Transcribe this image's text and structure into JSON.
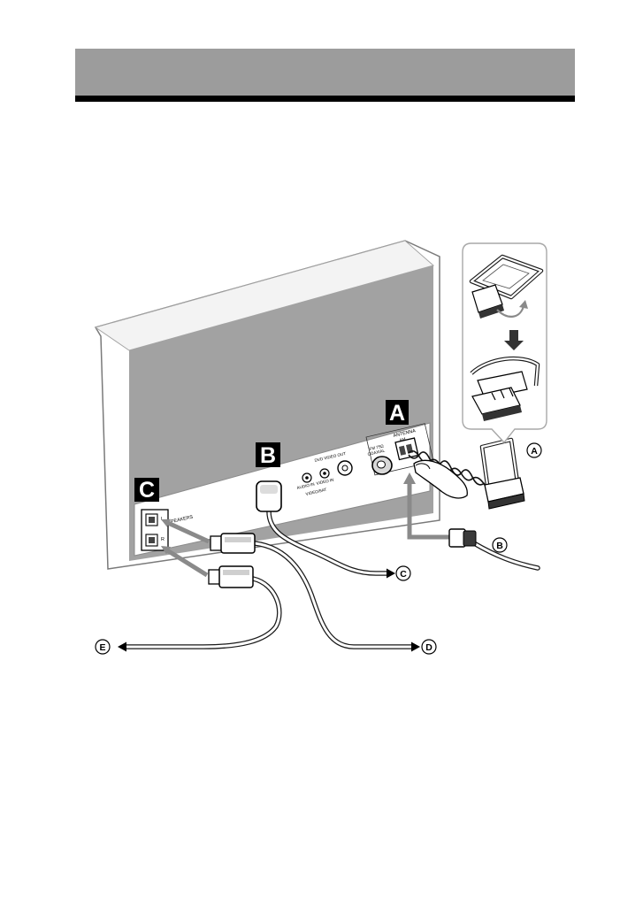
{
  "colors": {
    "header_band": "#9c9c9c",
    "header_rule": "#000000",
    "panel": "#a2a2a2",
    "arrow": "#8a8a8a"
  },
  "labels": {
    "a": "A",
    "b": "B",
    "c": "C"
  },
  "callouts": {
    "a": "A",
    "b": "B",
    "c": "C",
    "d": "D",
    "e": "E"
  },
  "panel": {
    "antenna": "ANTENNA",
    "fm": "FM 75Ω",
    "coaxial": "COAXIAL",
    "am": "AM",
    "dvd_video_out": "DVD VIDEO OUT",
    "audio_in": "AUDIO IN",
    "video_in": "VIDEO IN",
    "video_sat": "VIDEO/SAT",
    "speakers": "SPEAKERS",
    "left": "L",
    "right": "R"
  }
}
